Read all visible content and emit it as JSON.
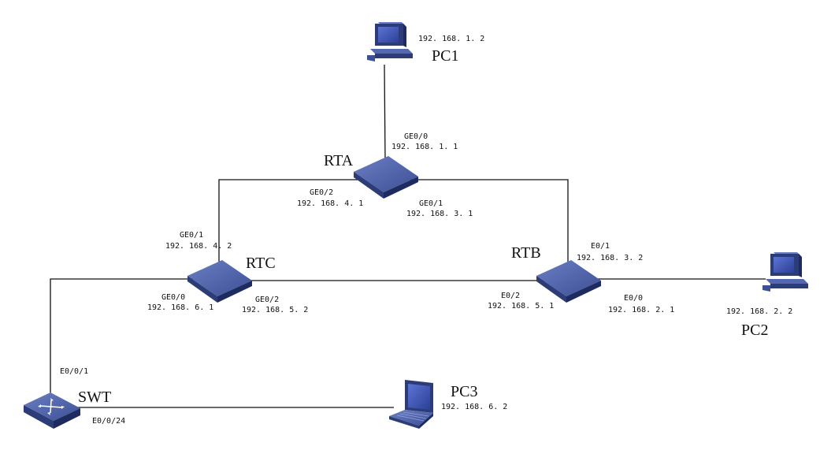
{
  "devices": {
    "pc1": {
      "name": "PC1",
      "ip": "192. 168. 1. 2"
    },
    "pc2": {
      "name": "PC2",
      "ip": "192. 168. 2. 2"
    },
    "pc3": {
      "name": "PC3",
      "ip": "192. 168. 6. 2"
    },
    "rta": {
      "name": "RTA"
    },
    "rtb": {
      "name": "RTB"
    },
    "rtc": {
      "name": "RTC"
    },
    "swt": {
      "name": "SWT",
      "icon_text": "SWITCH"
    }
  },
  "interfaces": {
    "rta_ge00": {
      "port": "GE0/0",
      "ip": "192. 168. 1. 1"
    },
    "rta_ge02": {
      "port": "GE0/2",
      "ip": "192. 168. 4. 1"
    },
    "rta_ge01": {
      "port": "GE0/1",
      "ip": "192. 168. 3. 1"
    },
    "rtc_ge01": {
      "port": "GE0/1",
      "ip": "192. 168. 4. 2"
    },
    "rtc_ge00": {
      "port": "GE0/0",
      "ip": "192. 168. 6. 1"
    },
    "rtc_ge02": {
      "port": "GE0/2",
      "ip": "192. 168. 5. 2"
    },
    "rtb_e01": {
      "port": "E0/1",
      "ip": "192. 168. 3. 2"
    },
    "rtb_e02": {
      "port": "E0/2",
      "ip": "192. 168. 5. 1"
    },
    "rtb_e00": {
      "port": "E0/0",
      "ip": "192. 168. 2. 1"
    },
    "swt_e001": {
      "port": "E0/0/1"
    },
    "swt_e0024": {
      "port": "E0/0/24"
    }
  },
  "colors": {
    "device_top": "#4a5ea3",
    "device_side": "#2c3c78",
    "device_dark": "#1e2b5e",
    "screen": "#3d55b5",
    "link": "#111111"
  },
  "icons": {
    "router": "router-icon",
    "pc": "desktop-pc-icon",
    "laptop": "laptop-icon",
    "switch": "switch-icon"
  }
}
